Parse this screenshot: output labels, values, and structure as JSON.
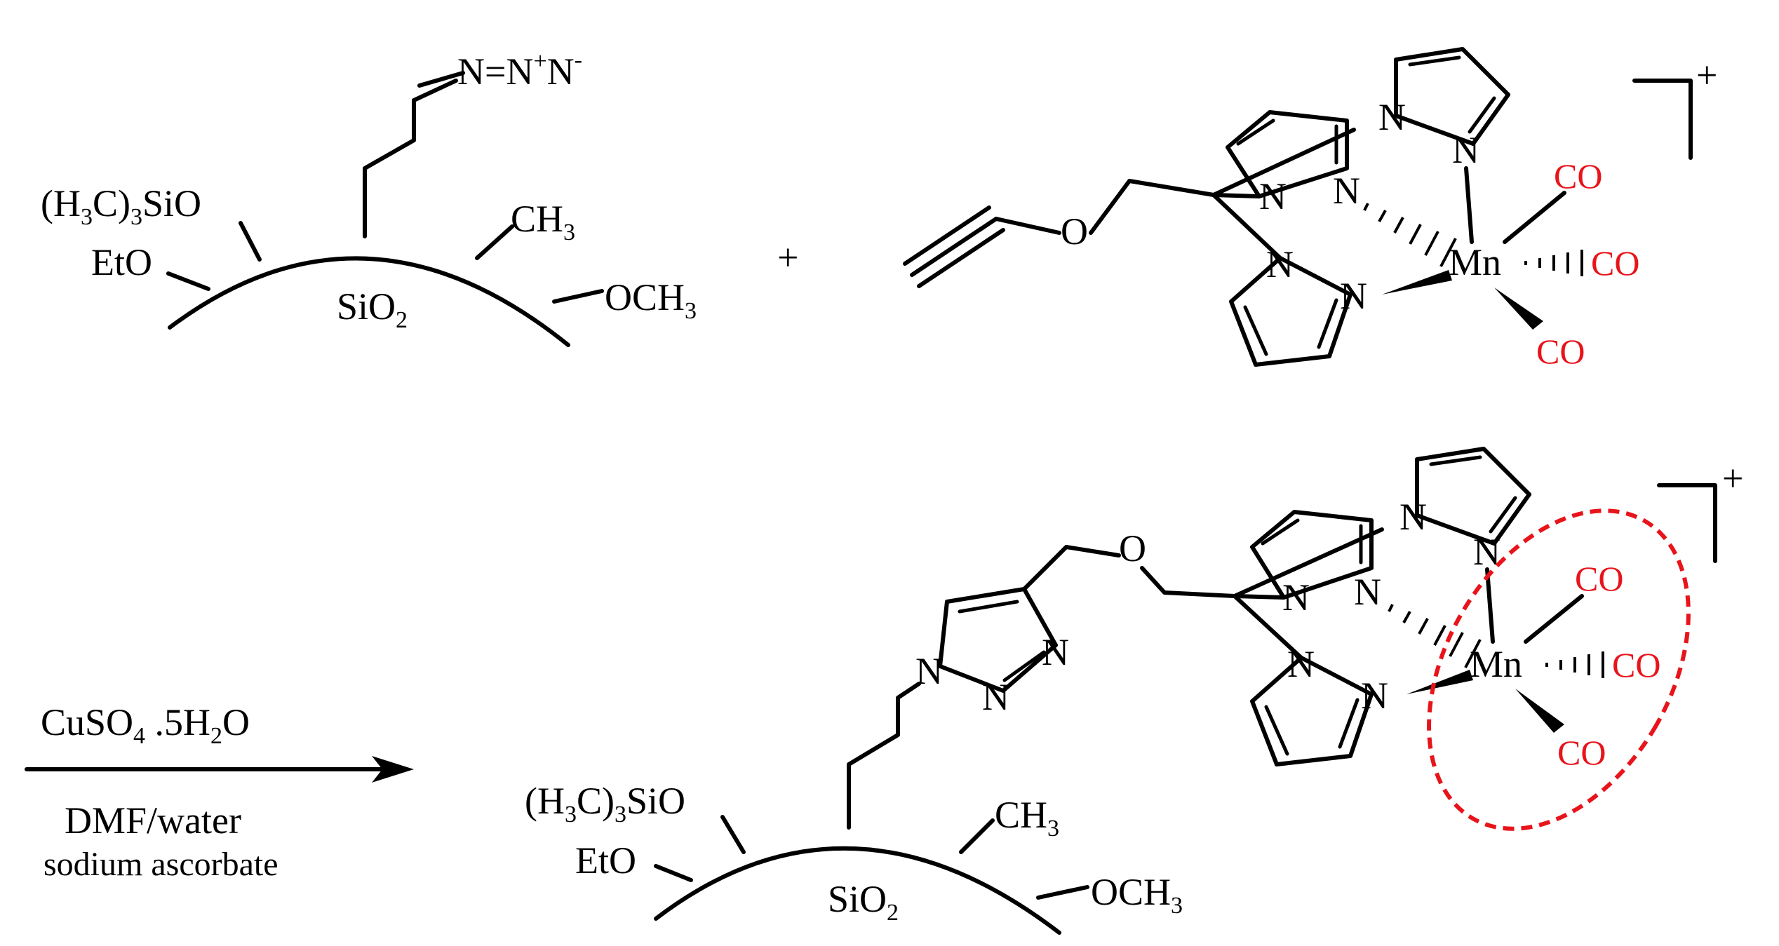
{
  "colors": {
    "ink": "#000000",
    "carbonyl": "#e8141b",
    "highlight_ring": "#e8141b"
  },
  "reactant_silica": {
    "support": "SiO",
    "support_sub": "2",
    "left_upper_group": "(H",
    "left_upper_sub1": "3",
    "left_upper_mid": "C)",
    "left_upper_sub2": "3",
    "left_upper_end": "SiO",
    "left_lower_group": "EtO",
    "right_upper_group": "CH",
    "right_upper_sub": "3",
    "right_lower_group": "OCH",
    "right_lower_sub": "3",
    "azide_n1": "N",
    "azide_eq1": "=",
    "azide_n2": "N",
    "azide_n2_charge": "+",
    "azide_n3": "N",
    "azide_n3_charge": "-"
  },
  "plus_sign": "+",
  "reactant_complex": {
    "oxygen": "O",
    "nitrogen": "N",
    "metal": "Mn",
    "carbonyl": "CO",
    "charge": "+"
  },
  "conditions": {
    "reagent": "CuSO",
    "reagent_sub": "4",
    "reagent_rest": " .5H",
    "reagent_sub2": "2",
    "reagent_end": "O",
    "solvent": "DMF/water",
    "additive": "sodium ascorbate"
  },
  "product": {
    "support": "SiO",
    "support_sub": "2",
    "oxygen": "O",
    "nitrogen": "N",
    "metal": "Mn",
    "carbonyl": "CO",
    "charge": "+"
  }
}
